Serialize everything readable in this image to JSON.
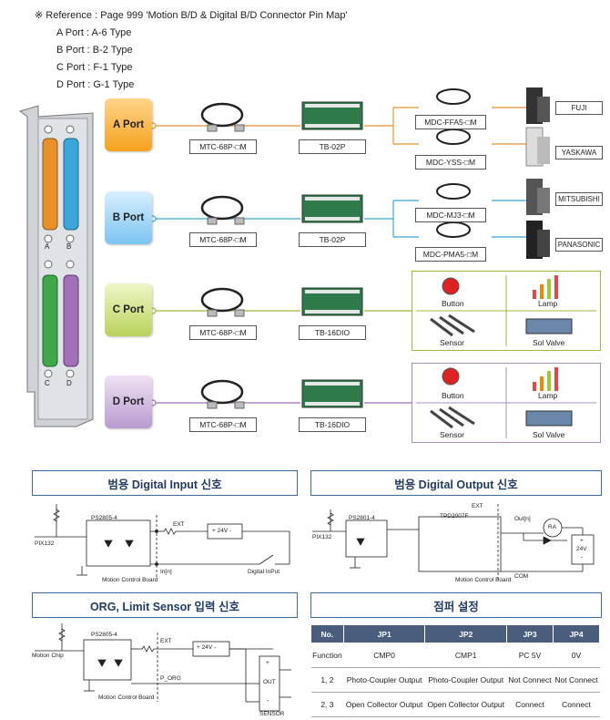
{
  "reference": {
    "line": "※ Reference : Page 999  'Motion B/D & Digital B/D Connector Pin Map'",
    "ports": [
      "A Port : A-6 Type",
      "B Port : B-2 Type",
      "C Port : F-1 Type",
      "D Port : G-1 Type"
    ]
  },
  "bracket_labels": {
    "a": "A",
    "b": "B",
    "c": "C",
    "d": "D"
  },
  "ports": {
    "a": "A Port",
    "b": "B Port",
    "c": "C Port",
    "d": "D Port"
  },
  "cables": {
    "a": "MTC-68P-□M",
    "b": "MTC-68P-□M",
    "c": "MTC-68P-□M",
    "d": "MTC-68P-□M"
  },
  "terminals": {
    "a": "TB-02P",
    "b": "TB-02P",
    "c": "TB-16DIO",
    "d": "TB-16DIO"
  },
  "servo_cables": {
    "fuji": "MDC-FFA5-□M",
    "yaskawa": "MDC-YSS-□M",
    "mitsubishi": "MDC-MJ3-□M",
    "panasonic": "MDC-PMA5-□M"
  },
  "brands": {
    "fuji": "FUJI",
    "yaskawa": "YASKAWA",
    "mitsubishi": "MITSUBISHI",
    "panasonic": "PANASONIC"
  },
  "devices": {
    "button": "Button",
    "lamp": "Lamp",
    "sensor": "Sensor",
    "valve": "Sol Valve"
  },
  "sections": {
    "digital_input": "범용 Digital Input 신호",
    "digital_output": "범용 Digital Output 신호",
    "org_limit": "ORG, Limit Sensor 입력 신호",
    "jumper": "점퍼 설정"
  },
  "din": {
    "ic": "PS2805-4",
    "pin": "PIX132",
    "ext": "EXT",
    "v24": "+ 24V -",
    "in": "In[n]",
    "board": "Motion Control Board",
    "switch": "Digital InPut"
  },
  "dout": {
    "ic": "PS2801-4",
    "driver": "TPD2007F",
    "ext": "EXT",
    "out": "Out[n]",
    "ra": "RA",
    "v24a": "+",
    "v24b": "24V",
    "v24c": "-",
    "com": "COM",
    "board": "Motion Control Board",
    "pin": "PIX132"
  },
  "org": {
    "ic": "PS2805-4",
    "pin": "Motion Chip",
    "ext": "EXT",
    "v24": "+ 24V -",
    "porg": "P_ORG",
    "board": "Motion Control Board",
    "sensor": "SENSOR",
    "plus": "+",
    "out": "OUT",
    "minus": "-"
  },
  "jumper": {
    "headers": [
      "No.",
      "JP1",
      "JP2",
      "JP3",
      "JP4"
    ],
    "rows": [
      [
        "Function",
        "CMP0",
        "CMP1",
        "PC 5V",
        "0V"
      ],
      [
        "1, 2",
        "Photo-Coupler Output",
        "Photo-Coupler Output",
        "Not Connect",
        "Not Connect"
      ],
      [
        "2, 3",
        "Open Collector Output",
        "Open Collector Output",
        "Connect",
        "Connect"
      ]
    ]
  },
  "colors": {
    "a": "#f5a21e",
    "b": "#7cc3f0",
    "c": "#b9d25c",
    "d": "#b99bd0",
    "navy": "#3d6b9d",
    "header": "#4a5d7d"
  }
}
